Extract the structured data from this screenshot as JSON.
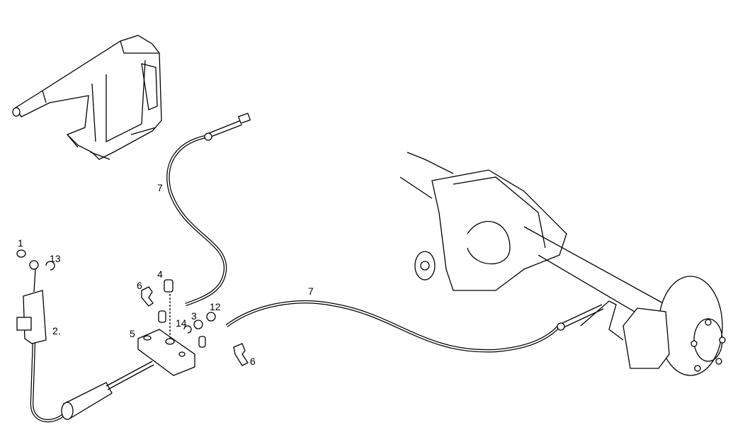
{
  "callouts": {
    "part_1": "1",
    "part_13": "13",
    "part_2": "2.",
    "part_4": "4",
    "part_6_upper": "6",
    "part_14": "14",
    "part_3": "3",
    "part_12": "12",
    "part_5": "5",
    "part_7_front": "7",
    "part_7_rear": "7",
    "part_6_lower": "6"
  }
}
